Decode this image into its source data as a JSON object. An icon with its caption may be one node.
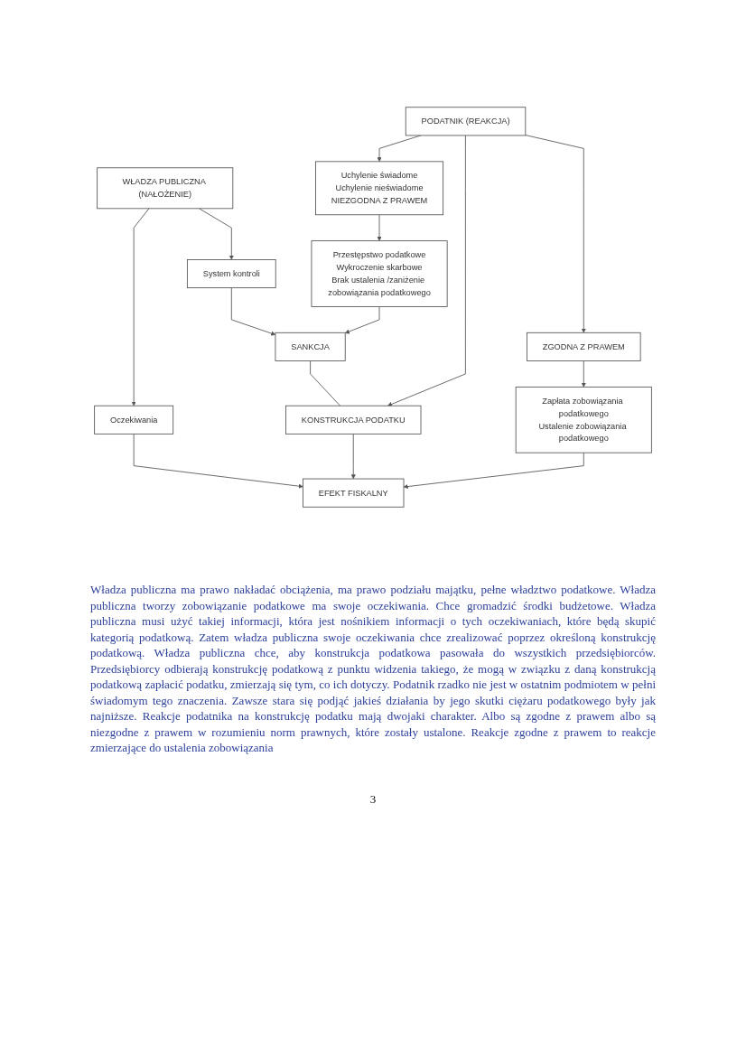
{
  "diagram": {
    "nodes": [
      {
        "text": [
          "WŁADZA PUBLICZNA (NAŁOŻENIE)"
        ]
      },
      {
        "text": [
          "System kontroli"
        ]
      },
      {
        "text": [
          "Oczekiwania"
        ]
      },
      {
        "text": [
          "SANKCJA"
        ]
      },
      {
        "text": [
          "KONSTRUKCJA PODATKU"
        ]
      },
      {
        "text": [
          "EFEKT FISKALNY"
        ]
      },
      {
        "text": [
          "Przestępstwo podatkowe",
          "Wykroczenie skarbowe",
          "Brak ustalenia /zaniżenie zobowiązania podatkowego"
        ]
      },
      {
        "text": [
          "Zapłata zobowiązania podatkowego",
          "Ustalenie zobowiązania podatkowego"
        ]
      },
      {
        "text": [
          "Uchylenie świadome",
          "Uchylenie nieświadome",
          "NIEZGODNA Z PRAWEM"
        ]
      },
      {
        "text": [
          "PODATNIK (REAKCJA)"
        ]
      },
      {
        "text": [
          "ZGODNA Z PRAWEM"
        ]
      }
    ],
    "edges": [
      {
        "from": 0,
        "to": 1,
        "arrow": "to"
      },
      {
        "from": 0,
        "to": 2,
        "arrow": "to"
      },
      {
        "from": 1,
        "to": 3,
        "arrow": "to"
      },
      {
        "from": 2,
        "to": 5,
        "arrow": "to"
      },
      {
        "from": 3,
        "to": 4,
        "arrow": "none"
      },
      {
        "from": 4,
        "to": 5,
        "arrow": "to"
      },
      {
        "from": 6,
        "to": 3,
        "arrow": "to"
      },
      {
        "from": 8,
        "to": 6,
        "arrow": "to"
      },
      {
        "from": 9,
        "to": 4,
        "arrow": "to"
      },
      {
        "from": 9,
        "to": 8,
        "arrow": "to"
      },
      {
        "from": 9,
        "to": 10,
        "arrow": "to"
      },
      {
        "from": 10,
        "to": 7,
        "arrow": "to"
      },
      {
        "from": 7,
        "to": 5,
        "arrow": "to"
      }
    ],
    "labels": [
      "Władza publiczna ma prawo nakładać obciążenia, ma prawo podziału majątku, pełne władztwo podatkowe. Władza publiczna tworzy zobowiązanie podatkowe ma swoje oczekiwania. Chce gromadzić środki budżetowe. Władza publiczna musi użyć takiej informacji, która jest nośnikiem informacji o tych oczekiwaniach, które będą skupić kategorią podatkową. Zatem władza publiczna swoje oczekiwania chce zrealizować poprzez określoną konstrukcję podatkową. Władza publiczna chce, aby konstrukcja podatkowa pasowała do wszystkich przedsiębiorców. Przedsiębiorcy odbierają konstrukcję podatkową z punktu widzenia takiego, że mogą w związku z daną konstrukcją podatkową zapłacić podatku, zmierzają się tym, co ich dotyczy. Podatnik rzadko nie jest w ostatnim podmiotem w pełni świadomym tego znaczenia. Zawsze stara się podjąć jakieś działania by jego skutki ciężaru podatkowego były jak najniższe. Reakcje podatnika na konstrukcję podatku mają dwojaki charakter. Albo są zgodne z prawem albo są niezgodne z prawem w rozumieniu norm prawnych, które zostały ustalone. Reakcje zgodne z prawem to reakcje zmierzające do ustalenia zobowiązania",
      "3"
    ]
  }
}
